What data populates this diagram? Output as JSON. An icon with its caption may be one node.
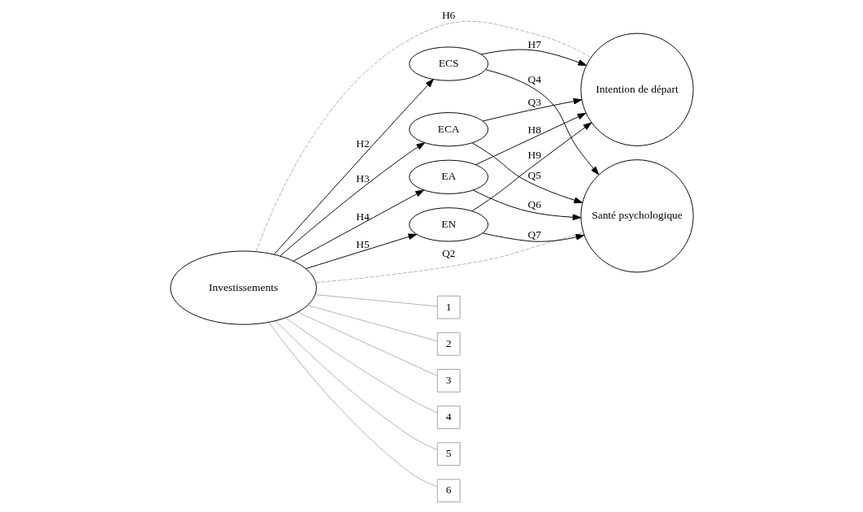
{
  "diagram": {
    "nodes": [
      {
        "text": [
          "Investissements"
        ]
      },
      {
        "text": [
          "ECS"
        ]
      },
      {
        "text": [
          "ECA"
        ]
      },
      {
        "text": [
          "EA"
        ]
      },
      {
        "text": [
          "EN"
        ]
      },
      {
        "text": [
          "Intention de départ"
        ]
      },
      {
        "text": [
          "Santé psychologique"
        ]
      },
      {
        "text": [
          "1"
        ]
      },
      {
        "text": [
          "2"
        ]
      },
      {
        "text": [
          "3"
        ]
      },
      {
        "text": [
          "4"
        ]
      },
      {
        "text": [
          "5"
        ]
      },
      {
        "text": [
          "6"
        ]
      }
    ],
    "edges": [
      {
        "from": 0,
        "to": 1,
        "arrow": "to",
        "label": "H2"
      },
      {
        "from": 0,
        "to": 2,
        "arrow": "to",
        "label": "H3"
      },
      {
        "from": 0,
        "to": 3,
        "arrow": "to",
        "label": "H4"
      },
      {
        "from": 0,
        "to": 4,
        "arrow": "to",
        "label": "H5"
      },
      {
        "from": 0,
        "to": 5,
        "arrow": "none",
        "label": "H6",
        "style": "dashed",
        "color": "#b0b0b0"
      },
      {
        "from": 1,
        "to": 5,
        "arrow": "to",
        "label": "H7"
      },
      {
        "from": 2,
        "to": 5,
        "arrow": "to",
        "label": "Q3"
      },
      {
        "from": 3,
        "to": 5,
        "arrow": "to",
        "label": "H8"
      },
      {
        "from": 4,
        "to": 5,
        "arrow": "to",
        "label": "H9"
      },
      {
        "from": 1,
        "to": 6,
        "arrow": "to",
        "label": "Q4"
      },
      {
        "from": 2,
        "to": 6,
        "arrow": "to",
        "label": "Q5"
      },
      {
        "from": 3,
        "to": 6,
        "arrow": "to",
        "label": "Q6"
      },
      {
        "from": 4,
        "to": 6,
        "arrow": "to",
        "label": "Q7"
      },
      {
        "from": 0,
        "to": 6,
        "arrow": "none",
        "label": "Q2",
        "style": "dashed",
        "color": "#b0b0b0"
      },
      {
        "from": 0,
        "to": 7,
        "arrow": "none",
        "color": "#b0b0b0"
      },
      {
        "from": 0,
        "to": 8,
        "arrow": "none",
        "color": "#b0b0b0"
      },
      {
        "from": 0,
        "to": 9,
        "arrow": "none",
        "color": "#b0b0b0"
      },
      {
        "from": 0,
        "to": 10,
        "arrow": "none",
        "color": "#b0b0b0"
      },
      {
        "from": 0,
        "to": 11,
        "arrow": "none",
        "color": "#b0b0b0"
      },
      {
        "from": 0,
        "to": 12,
        "arrow": "none",
        "color": "#b0b0b0"
      }
    ]
  }
}
